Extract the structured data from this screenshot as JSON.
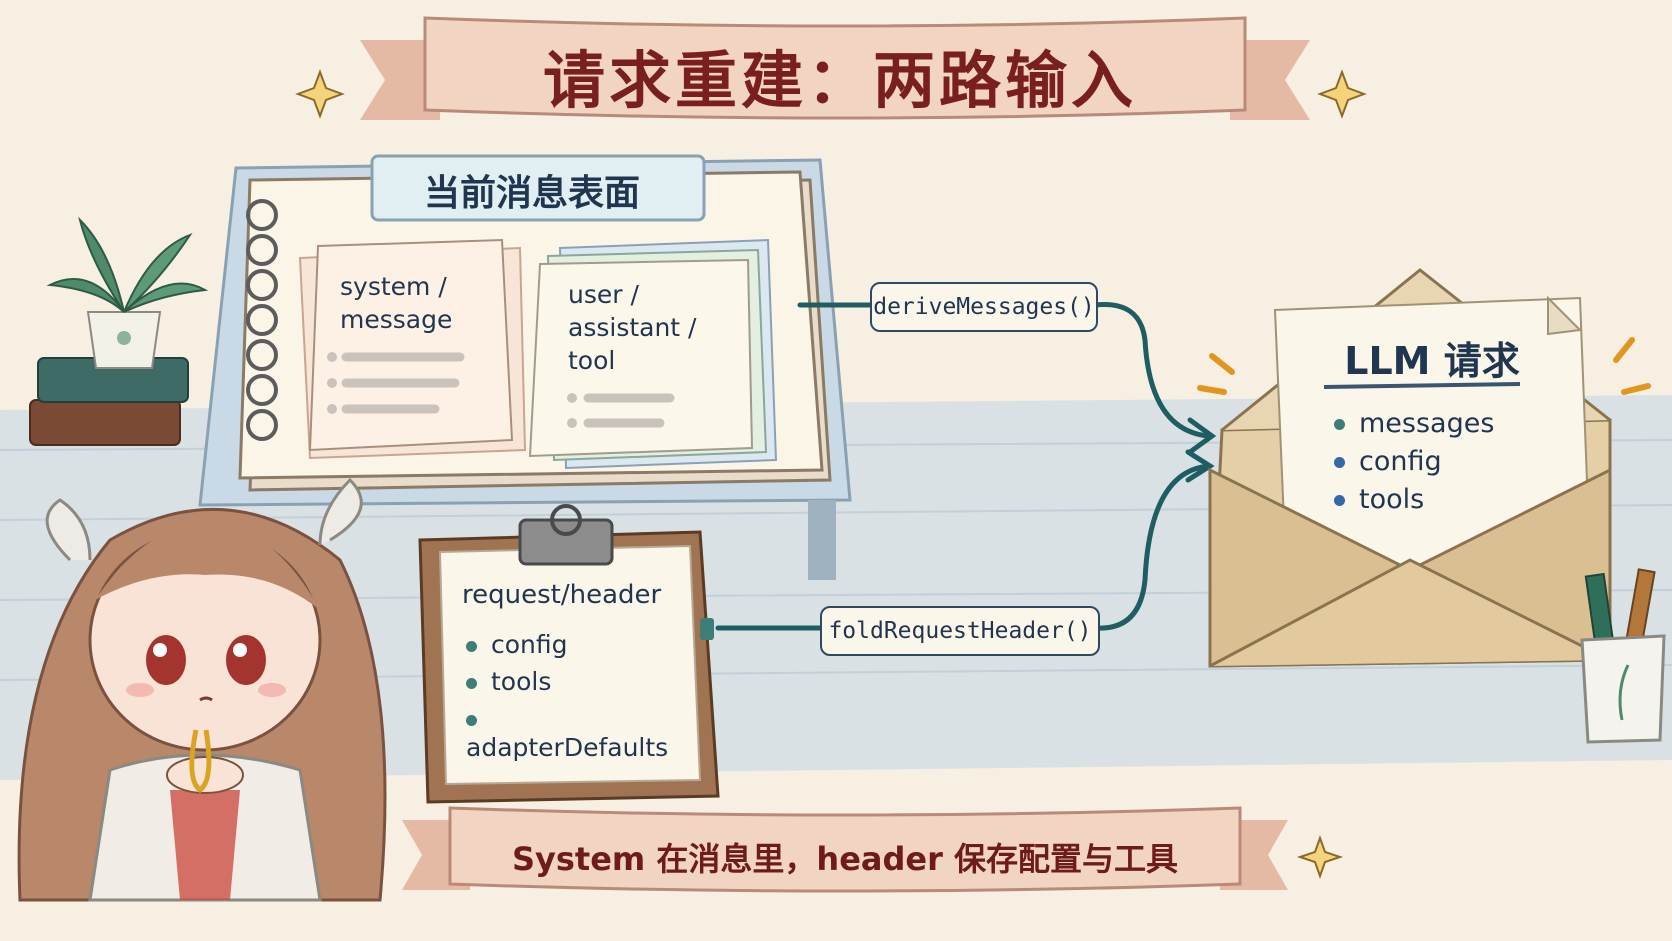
{
  "title": "请求重建：两路输入",
  "notebook": {
    "tab_label": "当前消息表面",
    "card_system": "system / message",
    "card_user": "user / assistant / tool"
  },
  "clipboard": {
    "title": "request/header",
    "items": [
      "config",
      "tools",
      "adapterDefaults"
    ]
  },
  "arrows": {
    "top_label": "deriveMessages()",
    "bottom_label": "foldRequestHeader()"
  },
  "llm_request": {
    "title": "LLM 请求",
    "items": [
      "messages",
      "config",
      "tools"
    ]
  },
  "footer": "System 在消息里，header 保存配置与工具",
  "colors": {
    "title_red": "#7a1f1f",
    "ink_navy": "#1f3550",
    "arrow_teal": "#1e5e63",
    "ribbon": "#f0d3c3"
  }
}
